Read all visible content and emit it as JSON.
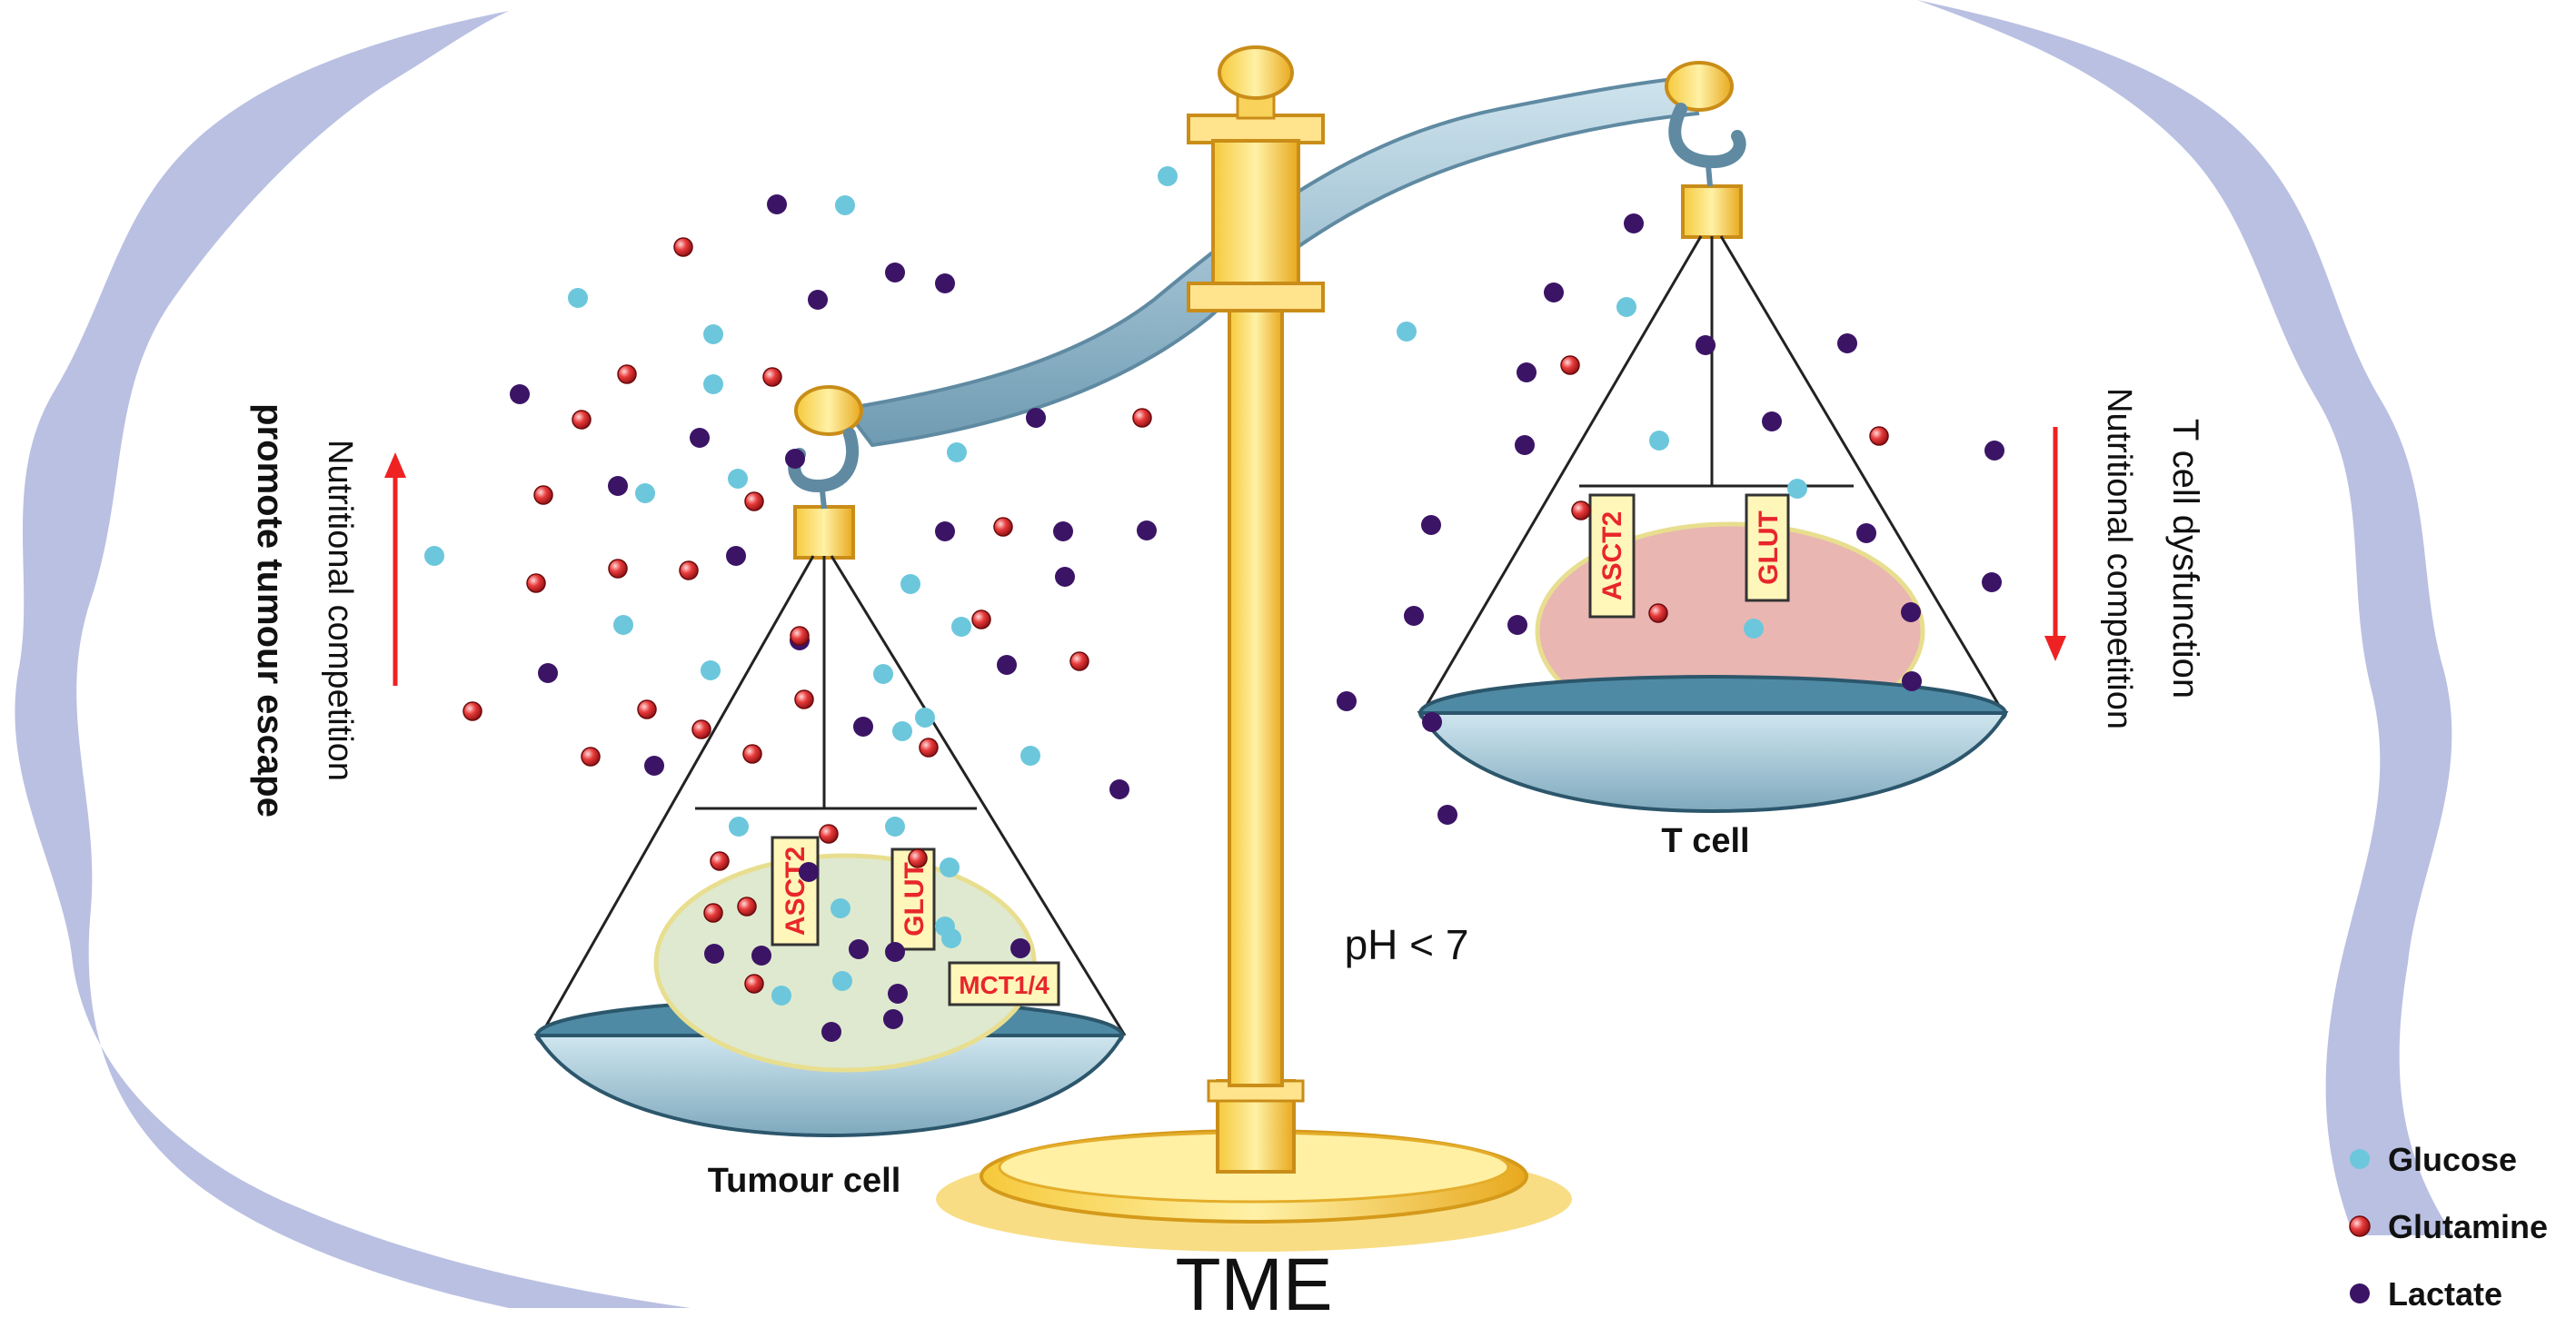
{
  "labels": {
    "tumour_cell": "Tumour cell",
    "t_cell": "T cell",
    "ph": "pH < 7",
    "tme": "TME",
    "left_line1": "Nutritional competition",
    "left_line2": "promote tumour escape",
    "right_line1": "T cell dysfunction",
    "right_line2": "Nutritional competition"
  },
  "transporters": {
    "tumour": [
      "ASCT2",
      "GLUT",
      "MCT1/4"
    ],
    "tcell": [
      "ASCT2",
      "GLUT"
    ]
  },
  "legend": [
    {
      "name": "Glucose",
      "kind": "glucose"
    },
    {
      "name": "Glutamine",
      "kind": "glutamine"
    },
    {
      "name": "Lactate",
      "kind": "lactate"
    }
  ],
  "colors": {
    "glucose": "#6cc7dc",
    "glutamine": "#d8262b",
    "lactate": "#3b1466",
    "arrow": "#ee2222",
    "frame": "#b5bde0",
    "tumour_cell_fill": "#dfe9cf",
    "t_cell_fill": "#e9b6b2",
    "scale_gold": "#f4c945",
    "beam_blue": "#a7c7d6"
  }
}
